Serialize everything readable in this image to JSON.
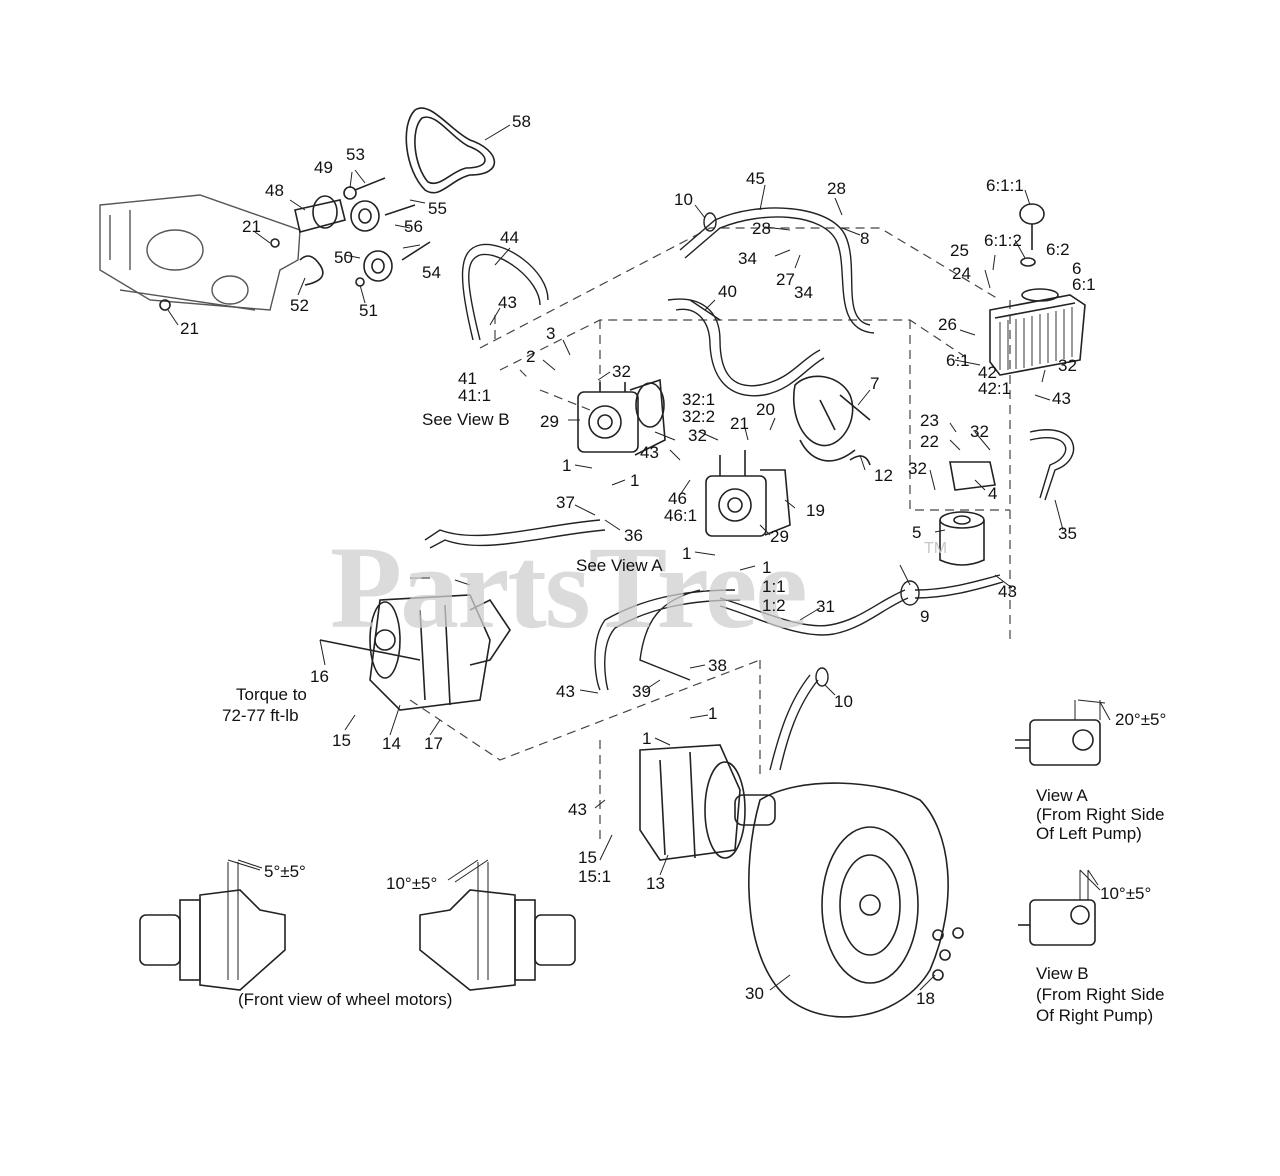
{
  "watermark": {
    "text": "PartsTree",
    "tm": "TM"
  },
  "callouts": [
    "58",
    "53",
    "49",
    "48",
    "55",
    "56",
    "21",
    "50",
    "54",
    "52",
    "51",
    "21",
    "10",
    "45",
    "28",
    "28",
    "8",
    "34",
    "27",
    "34",
    "44",
    "43",
    "3",
    "2",
    "41",
    "41:1",
    "40",
    "32",
    "29",
    "32:1",
    "32:2",
    "21",
    "20",
    "7",
    "43",
    "32",
    "1",
    "1",
    "46",
    "46:1",
    "19",
    "29",
    "12",
    "37",
    "36",
    "1",
    "1",
    "1:1",
    "1:2",
    "31",
    "9",
    "43",
    "16",
    "38",
    "39",
    "43",
    "15",
    "14",
    "17",
    "10",
    "1",
    "1",
    "43",
    "15",
    "15:1",
    "13",
    "30",
    "18",
    "6:1:1",
    "6:1:2",
    "6:2",
    "25",
    "6",
    "24",
    "6:1",
    "26",
    "6:1",
    "42",
    "32",
    "42:1",
    "43",
    "23",
    "22",
    "32",
    "32",
    "4",
    "5",
    "35"
  ],
  "notes": {
    "see_view_b": "See View B",
    "see_view_a": "See View A",
    "torque_line1": "Torque to",
    "torque_line2": "72-77 ft-lb",
    "front_view": "(Front view of wheel motors)",
    "angle_5": "5°±5°",
    "angle_10": "10°±5°",
    "view_a_angle": "20°±5°",
    "view_a_title": "View A",
    "view_a_sub1": "(From Right Side",
    "view_a_sub2": "Of Left Pump)",
    "view_b_angle": "10°±5°",
    "view_b_title": "View B",
    "view_b_sub1": "(From Right Side",
    "view_b_sub2": "Of Right Pump)"
  }
}
